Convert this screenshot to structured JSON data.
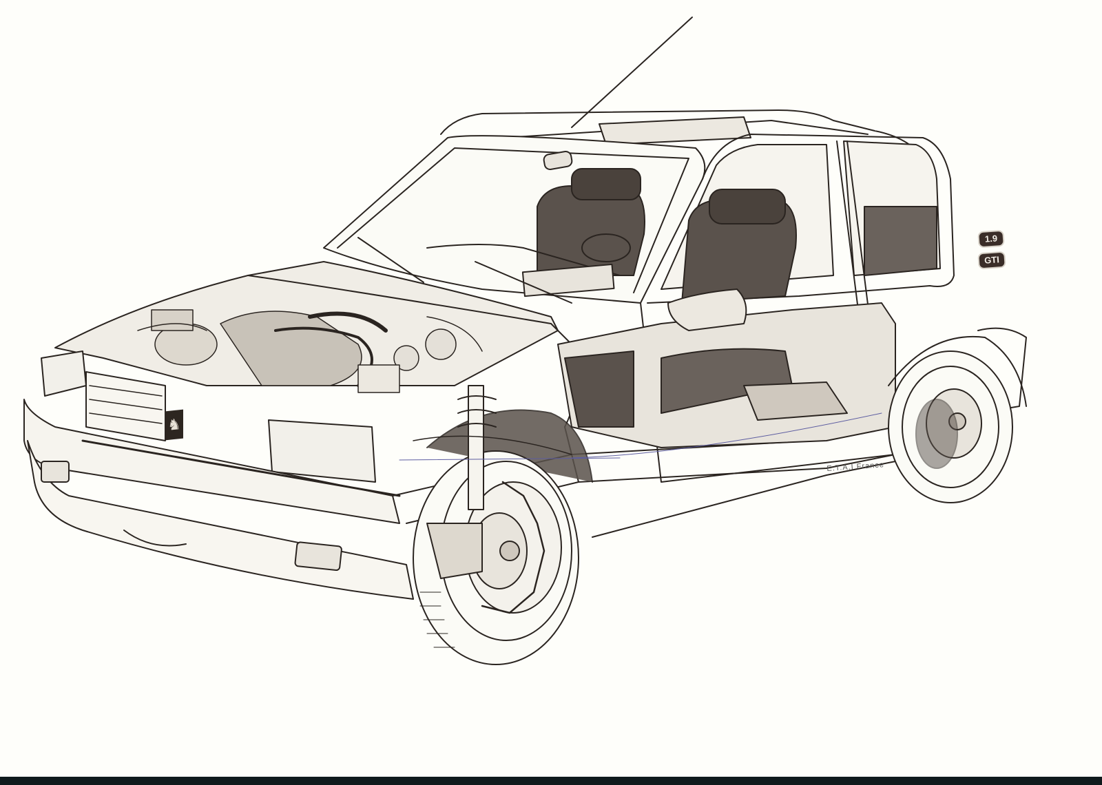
{
  "illustration": {
    "subject": "Peugeot 205 GTI cutaway technical drawing",
    "credit": "E.T.A.I France",
    "badges": [
      "1.9",
      "GTI"
    ],
    "emblem": "lion-emblem",
    "colors": {
      "background": "#fefefa",
      "line": "#2a2420",
      "shade": "#5a524c",
      "bottom_bar": "#0f1a1c"
    }
  }
}
